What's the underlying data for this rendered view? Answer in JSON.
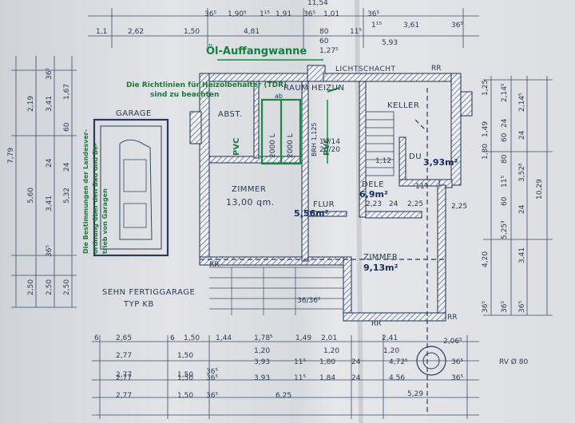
{
  "rooms": {
    "abst": "ABST.",
    "raum": "RAUM",
    "heizung": "HEIZUN",
    "keller": "KELLER",
    "garage": "GARAGE",
    "zimmer_left": "ZIMMER",
    "zimmer_left_area": "13,00 qm.",
    "flur": "FLUR",
    "diele": "DELE",
    "du": "DU",
    "zimmer_right": "ZIMMER",
    "lichtschacht": "LICHTSCHACHT",
    "fertiggarage_1": "SEHN  FERTIGGARAGE",
    "fertiggarage_2": "TYP KB"
  },
  "handwriting": {
    "oel_auffangwanne": "Öl-Auffangwanne",
    "area_flur": "5,56m²",
    "area_diele": "6,9m²",
    "area_du": "3,93m²",
    "area_zimmer": "9,13m²",
    "tank_1": "2000 L",
    "tank_2": "2000 L",
    "tank_dim": "BRH 1,125",
    "tank_ab": "ab",
    "richtlinien_1": "Die Richtlinien für Heizölbehälter (TDR)",
    "richtlinien_2": "sind zu beachten",
    "landesverordnung_1": "Die Bestimmungen der Landesver-",
    "landesverordnung_2": "ordnung über den Bau und Be-",
    "landesverordnung_3": "trieb von Garagen",
    "pvc_1": "PVC",
    "pvc_2": "PVC"
  },
  "dimensions": {
    "top": [
      "11,54",
      "36⁵",
      "1,90⁵",
      "1¹⁵",
      "1,91",
      "36⁵",
      "1,01",
      "36⁵"
    ],
    "top2": [
      "2,62",
      "1,50",
      "4,81",
      "80",
      "5,93",
      "3,61",
      "36⁵",
      "1¹⁵"
    ],
    "top3": [
      "60",
      "1,27⁵",
      "1,1",
      "11⁵"
    ],
    "left_outer": [
      "7,79",
      "2,19",
      "3,41",
      "1,67",
      "5,60",
      "3,41",
      "5,32",
      "2,50",
      "2,50",
      "2,50"
    ],
    "left_inner": [
      "36⁵",
      "60",
      "24",
      "24",
      "36⁵"
    ],
    "right": [
      "1,25",
      "2,14⁵",
      "2,14⁵",
      "1,49",
      "60",
      "80",
      "1,80",
      "60",
      "3,52⁸",
      "10,29",
      "5,25³",
      "4,20",
      "3,41",
      "36⁵",
      "36⁵",
      "36⁵",
      "24",
      "24",
      "24",
      "11⁵"
    ],
    "plan_inner": [
      "1,12",
      "24",
      "2,25",
      "2,23",
      "2,25",
      "11⁵",
      "14/14",
      "20/20",
      "36/36⁵"
    ],
    "bottom_row1": [
      "6",
      "2,65",
      "6",
      "1,50",
      "1,44",
      "1,78⁵",
      "1,49",
      "2,01",
      "2,41",
      "2,06⁵"
    ],
    "bottom_row2": [
      "2,77",
      "1,50",
      "1,20",
      "1,20",
      "1,20"
    ],
    "bottom_row3": [
      "2,77",
      "1,50",
      "36⁵",
      "3,93",
      "11⁵",
      "1,80",
      "24",
      "4,72⁵",
      "36⁵"
    ],
    "bottom_row4": [
      "2,77",
      "1,50",
      "36⁵",
      "3,93",
      "11⁵",
      "1,84",
      "24",
      "4,56",
      "36⁵"
    ],
    "bottom_row5": [
      "2,77",
      "1,50",
      "36⁵",
      "6,25",
      "5,29"
    ],
    "rv": "RV Ø 80",
    "rr_labels": [
      "RR",
      "RR",
      "RR",
      "RR"
    ]
  }
}
